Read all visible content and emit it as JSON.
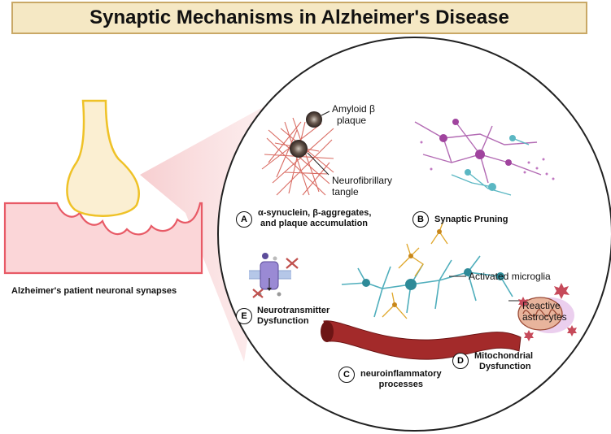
{
  "title": "Synaptic Mechanisms in Alzheimer's Disease",
  "synapse_label": "Alzheimer's patient neuronal synapses",
  "labels": {
    "amyloid_l1": "Amyloid β",
    "amyloid_l2": "plaque",
    "nft_l1": "Neurofibrillary",
    "nft_l2": "tangle",
    "microglia": "Activated microglia",
    "astro_l1": "Reactive",
    "astro_l2": "astrocytes"
  },
  "mechanisms": {
    "a": {
      "letter": "A",
      "line1": "α-synuclein, β-aggregates,",
      "line2": "and plaque accumulation"
    },
    "b": {
      "letter": "B",
      "line1": "Synaptic Pruning"
    },
    "c": {
      "letter": "C",
      "line1": "neuroinflammatory",
      "line2": "processes"
    },
    "d": {
      "letter": "D",
      "line1": "Mitochondrial",
      "line2": "Dysfunction"
    },
    "e": {
      "letter": "E",
      "line1": "Neurotransmitter",
      "line2": "Dysfunction"
    }
  }
}
